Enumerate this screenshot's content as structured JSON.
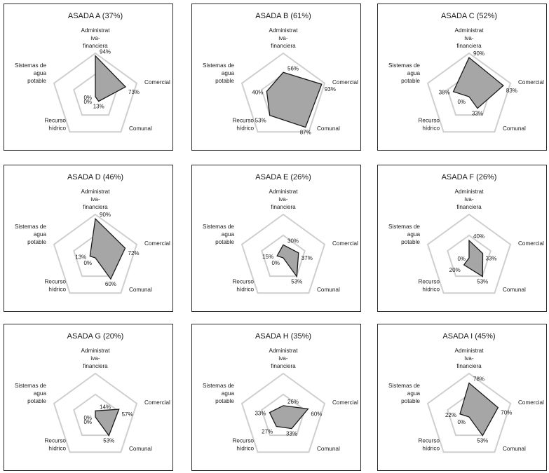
{
  "axes": [
    {
      "key": "admin",
      "lines": [
        "Administrat",
        "iva-",
        "financiera"
      ]
    },
    {
      "key": "comercial",
      "lines": [
        "Comercial"
      ]
    },
    {
      "key": "comunal",
      "lines": [
        "Comunal"
      ]
    },
    {
      "key": "recurso",
      "lines": [
        "Recurso",
        "hídrico"
      ]
    },
    {
      "key": "sistemas",
      "lines": [
        "Sistemas de",
        "agua",
        "potable"
      ]
    }
  ],
  "chart_data": [
    {
      "type": "radar",
      "title": "ASADA A (37%)",
      "axes": [
        "Administrativa-financiera",
        "Comercial",
        "Comunal",
        "Recurso hídrico",
        "Sistemas de agua potable"
      ],
      "values": [
        94,
        73,
        13,
        0,
        0
      ],
      "value_labels": [
        "94%",
        "73%",
        "13%",
        "0%",
        "0%"
      ],
      "range": [
        0,
        100
      ]
    },
    {
      "type": "radar",
      "title": "ASADA B (61%)",
      "axes": [
        "Administrativa-financiera",
        "Comercial",
        "Comunal",
        "Recurso hídrico",
        "Sistemas de agua potable"
      ],
      "values": [
        56,
        93,
        87,
        53,
        40
      ],
      "value_labels": [
        "56%",
        "93%",
        "87%",
        "53%",
        "40%"
      ],
      "range": [
        0,
        100
      ]
    },
    {
      "type": "radar",
      "title": "ASADA C (52%)",
      "axes": [
        "Administrativa-financiera",
        "Comercial",
        "Comunal",
        "Recurso hídrico",
        "Sistemas de agua potable"
      ],
      "values": [
        90,
        83,
        33,
        0,
        38
      ],
      "value_labels": [
        "90%",
        "83%",
        "33%",
        "0%",
        "38%"
      ],
      "range": [
        0,
        100
      ]
    },
    {
      "type": "radar",
      "title": "ASADA D (46%)",
      "axes": [
        "Administrativa-financiera",
        "Comercial",
        "Comunal",
        "Recurso hídrico",
        "Sistemas de agua potable"
      ],
      "values": [
        90,
        72,
        60,
        0,
        13
      ],
      "value_labels": [
        "90%",
        "72%",
        "60%",
        "0%",
        "13%"
      ],
      "range": [
        0,
        100
      ]
    },
    {
      "type": "radar",
      "title": "ASADA E (26%)",
      "axes": [
        "Administrativa-financiera",
        "Comercial",
        "Comunal",
        "Recurso hídrico",
        "Sistemas de agua potable"
      ],
      "values": [
        30,
        37,
        53,
        0,
        15
      ],
      "value_labels": [
        "30%",
        "37%",
        "53%",
        "0%",
        "15%"
      ],
      "range": [
        0,
        100
      ]
    },
    {
      "type": "radar",
      "title": "ASADA F (26%)",
      "axes": [
        "Administrativa-financiera",
        "Comercial",
        "Comunal",
        "Recurso hídrico",
        "Sistemas de agua potable"
      ],
      "values": [
        40,
        33,
        53,
        20,
        0
      ],
      "value_labels": [
        "40%",
        "33%",
        "53%",
        "20%",
        "0%"
      ],
      "range": [
        0,
        100
      ]
    },
    {
      "type": "radar",
      "title": "ASADA G (20%)",
      "axes": [
        "Administrativa-financiera",
        "Comercial",
        "Comunal",
        "Recurso hídrico",
        "Sistemas de agua potable"
      ],
      "values": [
        14,
        57,
        53,
        0,
        0
      ],
      "value_labels": [
        "14%",
        "57%",
        "53%",
        "0%",
        "0%"
      ],
      "range": [
        0,
        100
      ]
    },
    {
      "type": "radar",
      "title": "ASADA H (35%)",
      "axes": [
        "Administrativa-financiera",
        "Comercial",
        "Comunal",
        "Recurso hídrico",
        "Sistemas de agua potable"
      ],
      "values": [
        26,
        60,
        33,
        27,
        33
      ],
      "value_labels": [
        "26%",
        "60%",
        "33%",
        "27%",
        "33%"
      ],
      "range": [
        0,
        100
      ]
    },
    {
      "type": "radar",
      "title": "ASADA I (45%)",
      "axes": [
        "Administrativa-financiera",
        "Comercial",
        "Comunal",
        "Recurso hídrico",
        "Sistemas de agua potable"
      ],
      "values": [
        78,
        70,
        53,
        0,
        22
      ],
      "value_labels": [
        "78%",
        "70%",
        "53%",
        "0%",
        "22%"
      ],
      "range": [
        0,
        100
      ]
    }
  ],
  "colors": {
    "fill": "#a6a6a6",
    "stroke": "#1a1a1a",
    "grid": "#cfcfcf",
    "text": "#1a1a1a"
  }
}
